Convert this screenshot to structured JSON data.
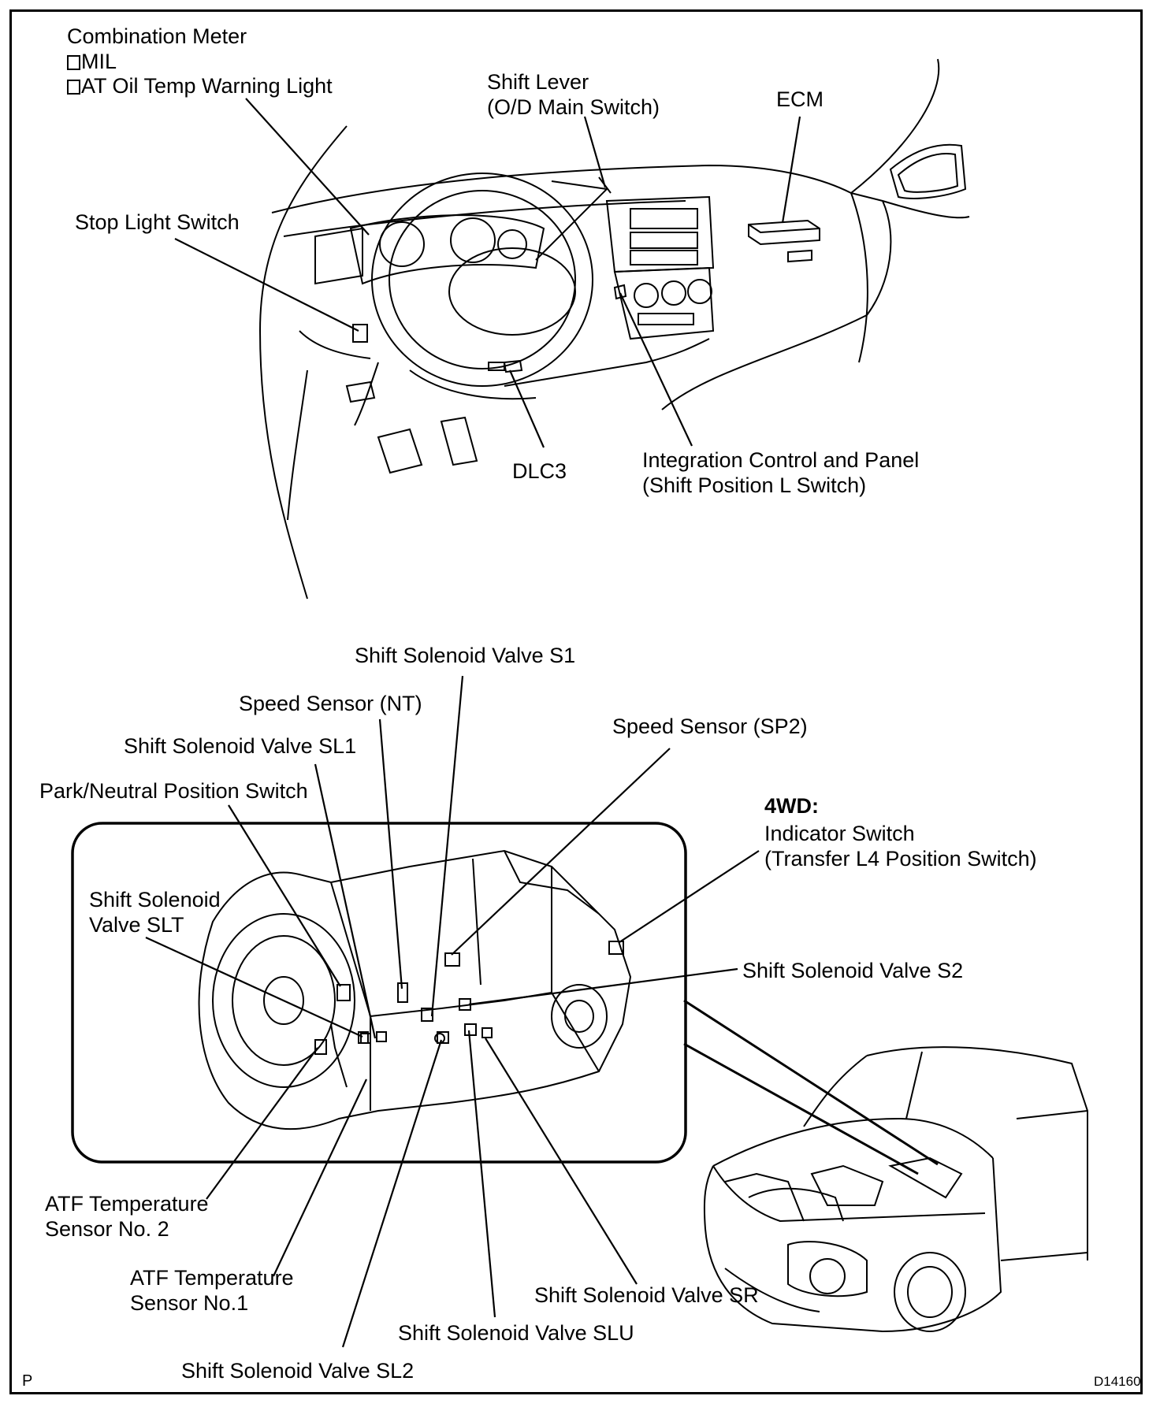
{
  "labels": {
    "combination_meter": "Combination Meter",
    "mil": "MIL",
    "at_oil_temp": "AT Oil Temp Warning Light",
    "shift_lever": "Shift Lever",
    "od_main_switch": "(O/D Main Switch)",
    "ecm": "ECM",
    "stop_light_switch": "Stop Light Switch",
    "dlc3": "DLC3",
    "integration_control": "Integration Control and Panel",
    "shift_position_l": "(Shift Position L Switch)",
    "shift_solenoid_s1": "Shift Solenoid Valve S1",
    "speed_sensor_nt": "Speed Sensor (NT)",
    "speed_sensor_sp2": "Speed Sensor (SP2)",
    "shift_solenoid_sl1": "Shift Solenoid Valve SL1",
    "park_neutral": "Park/Neutral Position Switch",
    "fourwd": "4WD:",
    "indicator_switch": "Indicator Switch",
    "transfer_l4": "(Transfer L4 Position Switch)",
    "slt_line1": "Shift Solenoid",
    "slt_line2": "Valve SLT",
    "shift_solenoid_s2": "Shift Solenoid Valve S2",
    "atf2_line1": "ATF Temperature",
    "atf2_line2": "Sensor No. 2",
    "atf1_line1": "ATF Temperature",
    "atf1_line2": "Sensor No.1",
    "shift_solenoid_sr": "Shift Solenoid Valve SR",
    "shift_solenoid_slu": "Shift Solenoid Valve SLU",
    "shift_solenoid_sl2": "Shift Solenoid Valve SL2",
    "corner_p": "P",
    "figure_code": "D14160"
  }
}
